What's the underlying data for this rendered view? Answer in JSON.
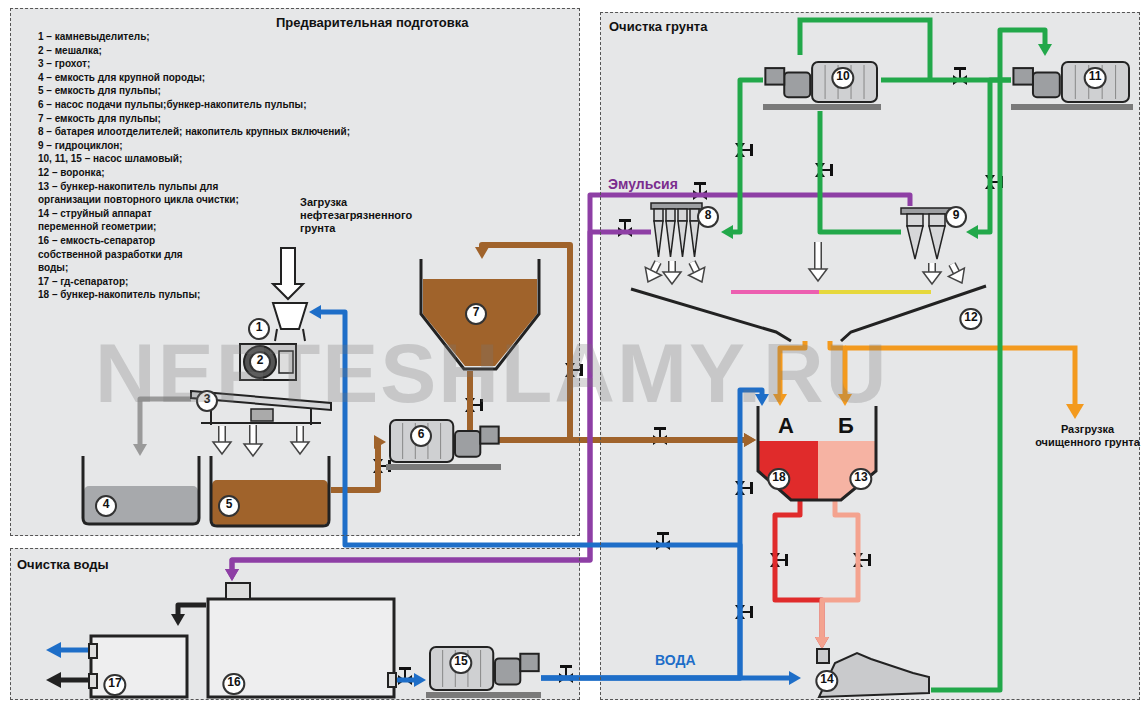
{
  "diagram": {
    "nodes": [
      {
        "text": [
          "Предварительная подготовка"
        ]
      },
      {
        "text": [
          "Очистка грунта"
        ]
      },
      {
        "text": [
          "Очистка воды"
        ]
      },
      {
        "text": [
          "1"
        ],
        "in": 0
      },
      {
        "text": [
          "2"
        ],
        "in": 0
      },
      {
        "text": [
          "3"
        ],
        "in": 0
      },
      {
        "text": [
          "4"
        ],
        "in": 0
      },
      {
        "text": [
          "5"
        ],
        "in": 0
      },
      {
        "text": [
          "6"
        ],
        "in": 0
      },
      {
        "text": [
          "7"
        ],
        "in": 0
      },
      {
        "text": [
          "10"
        ],
        "in": 1
      },
      {
        "text": [
          "11"
        ],
        "in": 1
      },
      {
        "text": [
          "8"
        ],
        "in": 1
      },
      {
        "text": [
          "9"
        ],
        "in": 1
      },
      {
        "text": [
          "12"
        ],
        "in": 1
      },
      {
        "text": [
          "А",
          "18"
        ],
        "in": 1
      },
      {
        "text": [
          "Б",
          "13"
        ],
        "in": 1
      },
      {
        "text": [
          "14"
        ],
        "in": 1
      },
      {
        "text": [
          "16"
        ],
        "in": 2
      },
      {
        "text": [
          "17"
        ],
        "in": 2
      },
      {
        "text": [
          "15"
        ],
        "in": 2
      }
    ],
    "edges": [
      {
        "from": 5,
        "to": 6,
        "arrow": "to"
      },
      {
        "from": 5,
        "to": 7,
        "arrow": "to"
      },
      {
        "from": 7,
        "to": 8,
        "arrow": "to"
      },
      {
        "from": 8,
        "to": 9,
        "arrow": "to"
      },
      {
        "from": 9,
        "to": 15,
        "arrow": "to"
      },
      {
        "from": 8,
        "to": 15,
        "arrow": "to"
      },
      {
        "from": 12,
        "to": 18,
        "label": "Эмульсия",
        "arrow": "to"
      },
      {
        "from": 13,
        "to": 18,
        "arrow": "to"
      },
      {
        "from": 20,
        "to": 17,
        "label": "ВОДА",
        "arrow": "to"
      },
      {
        "from": 18,
        "to": 20,
        "arrow": "to"
      },
      {
        "from": 20,
        "to": 15,
        "arrow": "to"
      },
      {
        "from": 20,
        "to": 3,
        "arrow": "to"
      },
      {
        "from": 17,
        "to": 11,
        "arrow": "to"
      },
      {
        "from": 11,
        "to": 13,
        "arrow": "to"
      },
      {
        "from": 10,
        "to": 12,
        "arrow": "to"
      },
      {
        "from": 10,
        "to": 11,
        "arrow": "none"
      },
      {
        "from": 10,
        "to": 13,
        "arrow": "none"
      },
      {
        "from": 12,
        "to": 14,
        "arrow": "to"
      },
      {
        "from": 13,
        "to": 14,
        "arrow": "to"
      },
      {
        "from": 14,
        "to": 15,
        "arrow": "to"
      },
      {
        "from": 14,
        "to": 16,
        "arrow": "to"
      },
      {
        "from": 15,
        "to": 17,
        "arrow": "to"
      },
      {
        "from": 16,
        "to": 17,
        "arrow": "to"
      },
      {
        "from": 18,
        "to": 19,
        "arrow": "to"
      }
    ],
    "labels": [
      "1 – камневыделитель;",
      "2 – мешалка;",
      "3 – грохот;",
      "4 – емкость для крупной породы;",
      "5 – емкость для пульпы;",
      "6 – насос подачи пульпы;бункер-накопитель пульпы;",
      "7 – емкость для пульпы;",
      "8 – батарея илоотделителей; накопитель крупных включений;",
      "9 – гидроциклон;",
      "10, 11, 15 – насос шламовый;",
      "12 – воронка;",
      "13 – бункер-накопитель пульпы для организации повторного цикла очистки;",
      "14 – струйный аппарат переменной геометрии;",
      "16 – емкость-сепаратор собственной разработки для воды;",
      "17 – гд-сепаратор;",
      "18 – бункер-накопитель пульпы;",
      "Загрузка нефтезагрязненного грунта",
      "Разгрузка очищенного грунта",
      "NEFTESHLAMY.RU"
    ]
  }
}
